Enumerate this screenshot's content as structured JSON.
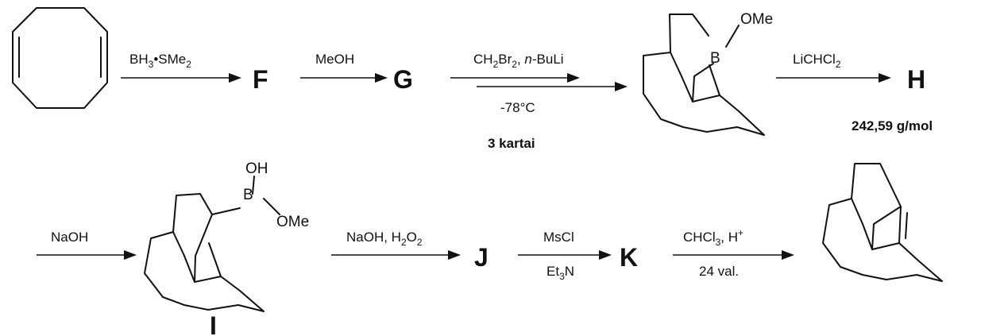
{
  "row1": {
    "step1": {
      "reagent_main": "BH",
      "reagent_sub": "3",
      "reagent_rest": "•SMe",
      "reagent_sub2": "2"
    },
    "compound_F": "F",
    "step2": {
      "reagent": "MeOH"
    },
    "compound_G": "G",
    "step3": {
      "reagent_a": "CH",
      "reagent_a_sub": "2",
      "reagent_b": "Br",
      "reagent_b_sub": "2",
      "reagent_c": ", ",
      "reagent_d": "n",
      "reagent_e": "-BuLi",
      "condition": "-78°C",
      "note": "3 kartai"
    },
    "product_atoms": {
      "boron": "B",
      "substituent": "OMe"
    },
    "step4": {
      "reagent_main": "LiCHCl",
      "reagent_sub": "2"
    },
    "compound_H": "H",
    "mass_H": "242,59 g/mol"
  },
  "row2": {
    "step5": {
      "reagent": "NaOH"
    },
    "compound_I_atoms": {
      "top": "OH",
      "boron": "B",
      "right": "OMe"
    },
    "compound_I": "I",
    "step6": {
      "reagent_a": "NaOH, H",
      "reagent_a_sub": "2",
      "reagent_b": "O",
      "reagent_b_sub": "2"
    },
    "compound_J": "J",
    "step7": {
      "top": "MsCl",
      "bottom_main": "Et",
      "bottom_sub": "3",
      "bottom_rest": "N"
    },
    "compound_K": "K",
    "step8": {
      "top_main": "CHCl",
      "top_sub": "3",
      "top_rest": ", H",
      "top_sup": "+",
      "bottom": "24 val."
    }
  }
}
